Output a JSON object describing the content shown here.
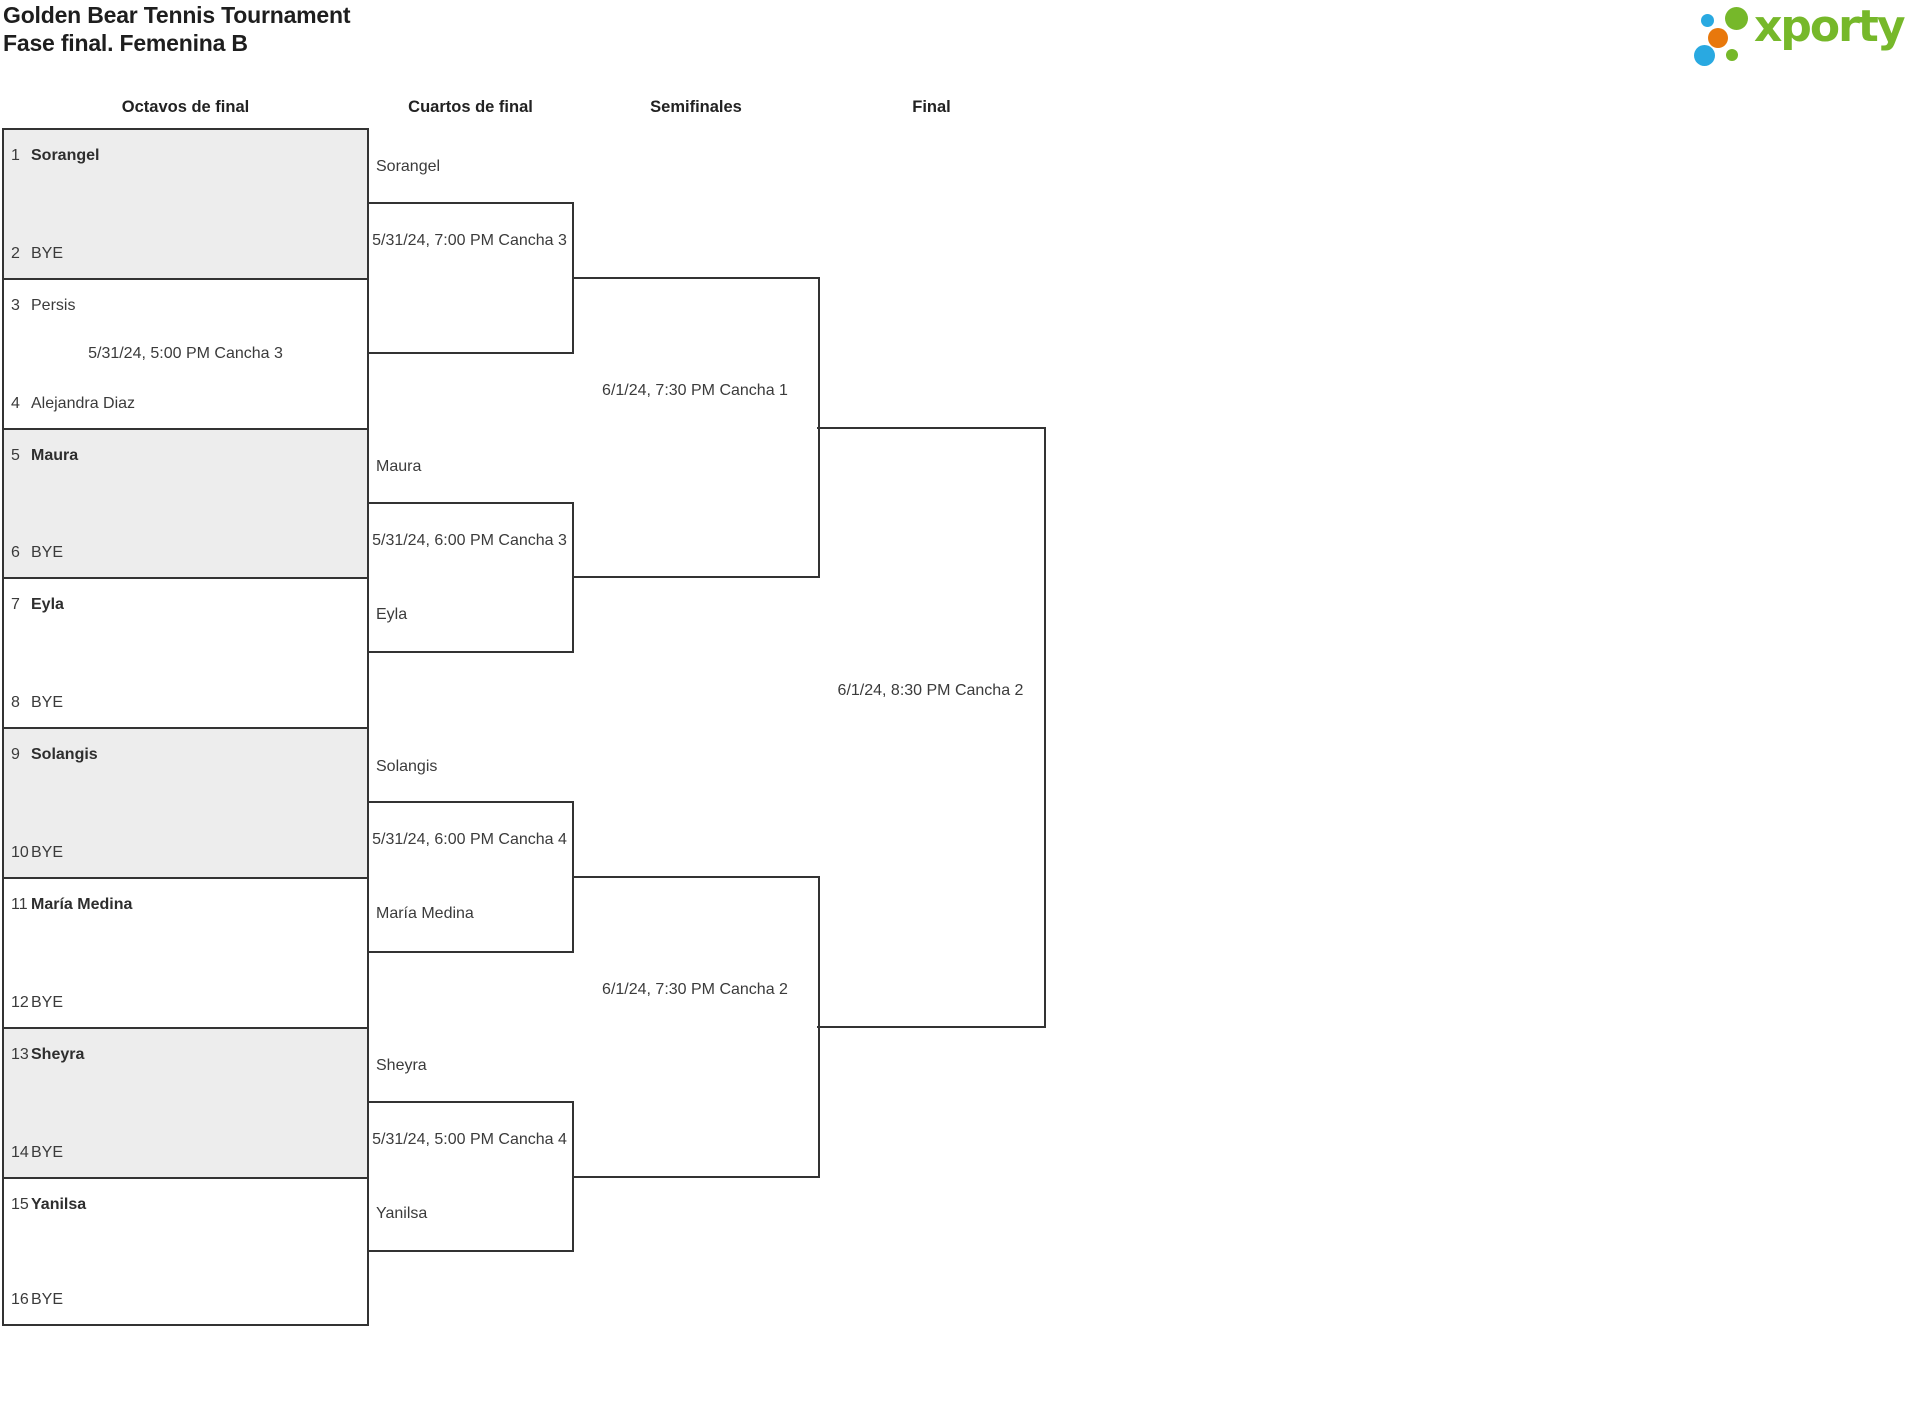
{
  "app": {
    "title_line1": "Golden Bear Tennis Tournament",
    "title_line2": "Fase final. Femenina B",
    "logo_text": "xporty"
  },
  "rounds": {
    "round_of_16": "Octavos de final",
    "quarterfinals": "Cuartos de final",
    "semifinals": "Semifinales",
    "final": "Final"
  },
  "bracket": {
    "round_of_16": [
      {
        "seed_top": "1",
        "name_top": "Sorangel",
        "seed_bottom": "2",
        "name_bottom": "BYE",
        "schedule": ""
      },
      {
        "seed_top": "3",
        "name_top": "Persis",
        "seed_bottom": "4",
        "name_bottom": "Alejandra Diaz",
        "schedule": "5/31/24, 5:00 PM Cancha 3"
      },
      {
        "seed_top": "5",
        "name_top": "Maura",
        "seed_bottom": "6",
        "name_bottom": "BYE",
        "schedule": ""
      },
      {
        "seed_top": "7",
        "name_top": "Eyla",
        "seed_bottom": "8",
        "name_bottom": "BYE",
        "schedule": ""
      },
      {
        "seed_top": "9",
        "name_top": "Solangis",
        "seed_bottom": "10",
        "name_bottom": "BYE",
        "schedule": ""
      },
      {
        "seed_top": "11",
        "name_top": "María Medina",
        "seed_bottom": "12",
        "name_bottom": "BYE",
        "schedule": ""
      },
      {
        "seed_top": "13",
        "name_top": "Sheyra",
        "seed_bottom": "14",
        "name_bottom": "BYE",
        "schedule": ""
      },
      {
        "seed_top": "15",
        "name_top": "Yanilsa",
        "seed_bottom": "16",
        "name_bottom": "BYE",
        "schedule": ""
      }
    ],
    "quarterfinals": [
      {
        "player_top": "Sorangel",
        "player_bottom": "",
        "schedule": "5/31/24, 7:00 PM Cancha 3"
      },
      {
        "player_top": "Maura",
        "player_bottom": "Eyla",
        "schedule": "5/31/24, 6:00 PM Cancha 3"
      },
      {
        "player_top": "Solangis",
        "player_bottom": "María Medina",
        "schedule": "5/31/24, 6:00 PM Cancha 4"
      },
      {
        "player_top": "Sheyra",
        "player_bottom": "Yanilsa",
        "schedule": "5/31/24, 5:00 PM Cancha 4"
      }
    ],
    "semifinals": [
      {
        "schedule": "6/1/24, 7:30 PM Cancha 1"
      },
      {
        "schedule": "6/1/24, 7:30 PM Cancha 2"
      }
    ],
    "final": {
      "schedule": "6/1/24, 8:30 PM Cancha 2"
    }
  },
  "colors": {
    "brand_green": "#76b82a",
    "brand_blue": "#29a9e1",
    "brand_orange": "#e8780c",
    "box_shaded": "#ededed",
    "line": "#333333",
    "text": "#3b3b3b"
  }
}
